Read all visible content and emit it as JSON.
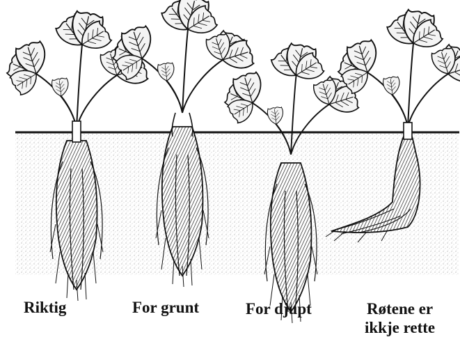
{
  "captions": {
    "correct": "Riktig",
    "too_shallow": "For grunt",
    "too_deep": "For djupt",
    "roots_bent_line1": "Røtene er",
    "roots_bent_line2": "ikkje rette"
  },
  "colors": {
    "ink": "#111111",
    "soil_stipple": "#9a9a9a",
    "leaf_fill": "#f4f4f4",
    "background": "#ffffff"
  },
  "icons": [
    "strawberry-plant-icon",
    "root-bundle-icon",
    "soil-line-icon"
  ]
}
